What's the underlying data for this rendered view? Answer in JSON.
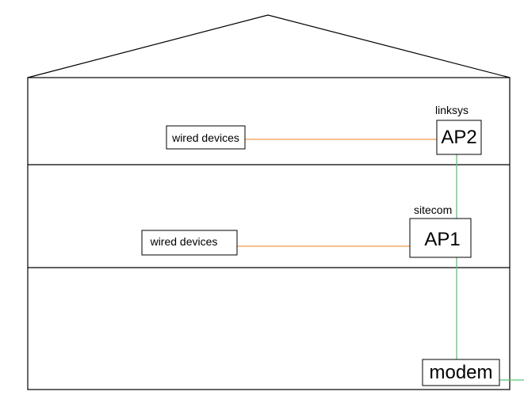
{
  "floors": {
    "top": {
      "ap": {
        "label": "AP2",
        "brand": "linksys"
      },
      "wired": {
        "label": "wired devices"
      }
    },
    "middle": {
      "ap": {
        "label": "AP1",
        "brand": "sitecom"
      },
      "wired": {
        "label": "wired devices"
      }
    },
    "ground": {
      "modem": {
        "label": "modem"
      }
    }
  },
  "colors": {
    "wired_link": "#f39a4a",
    "uplink": "#5cc474",
    "outline": "#000000"
  }
}
